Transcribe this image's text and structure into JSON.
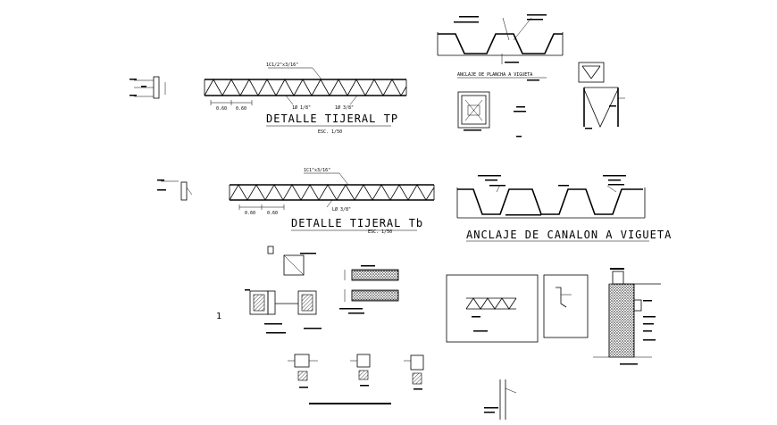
{
  "truss_tp": {
    "chord_label": "1C1/2\"x3/16\"",
    "diag1": "1Ø 1/8\"",
    "diag2": "1Ø 3/8\"",
    "dim1": "0.60",
    "dim2": "0.60",
    "title": "DETALLE TIJERAL TP",
    "scale": "ESC. 1/50"
  },
  "truss_tb": {
    "chord_label": "1C1\"x3/16\"",
    "diag": "LØ 3/8\"",
    "dim1": "0.60",
    "dim2": "0.60",
    "title": "DETALLE TIJERAL Tb",
    "scale": "ESC. 1/50"
  },
  "plancha": {
    "title": "ANCLAJE DE PLANCHA A VIGUETA"
  },
  "canalon": {
    "title": "ANCLAJE DE CANALON A VIGUETA"
  },
  "left_marker": "1"
}
